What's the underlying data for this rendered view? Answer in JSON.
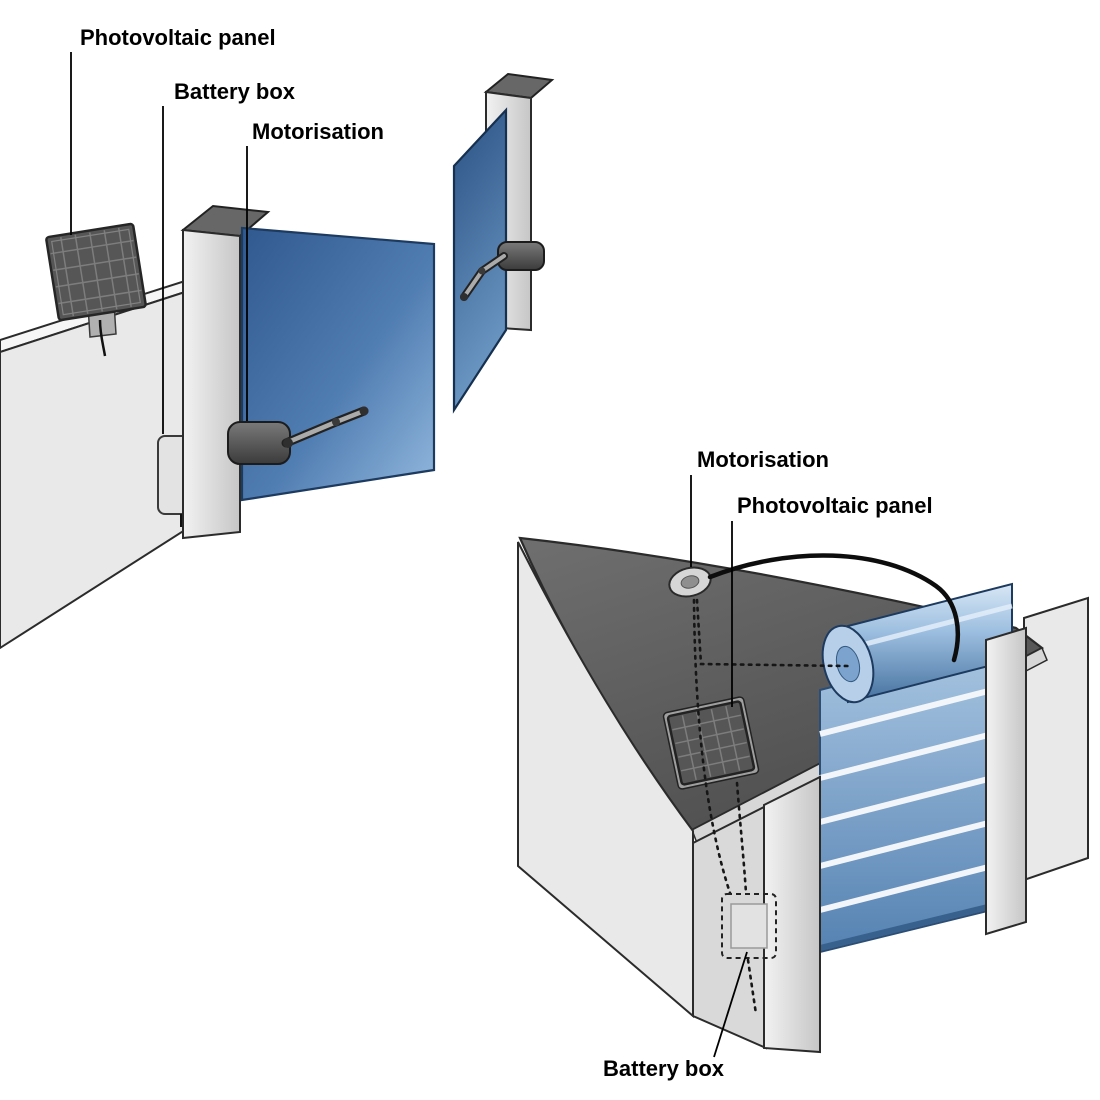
{
  "swing_gate_diagram": {
    "labels": {
      "photovoltaic_panel": "Photovoltaic panel",
      "battery_box": "Battery box",
      "motorisation": "Motorisation"
    }
  },
  "roller_door_diagram": {
    "labels": {
      "motorisation": "Motorisation",
      "photovoltaic_panel": "Photovoltaic panel",
      "battery_box": "Battery box"
    }
  },
  "colors": {
    "background": "#ffffff",
    "wall_gray": "#e9e9e9",
    "roof_gray": "#5d5d5d",
    "gate_blue": "#4f7cb1",
    "shutter_blue": "#7da7d0",
    "solar_panel_gray": "#565656",
    "outline_black": "#1a1a1a"
  }
}
